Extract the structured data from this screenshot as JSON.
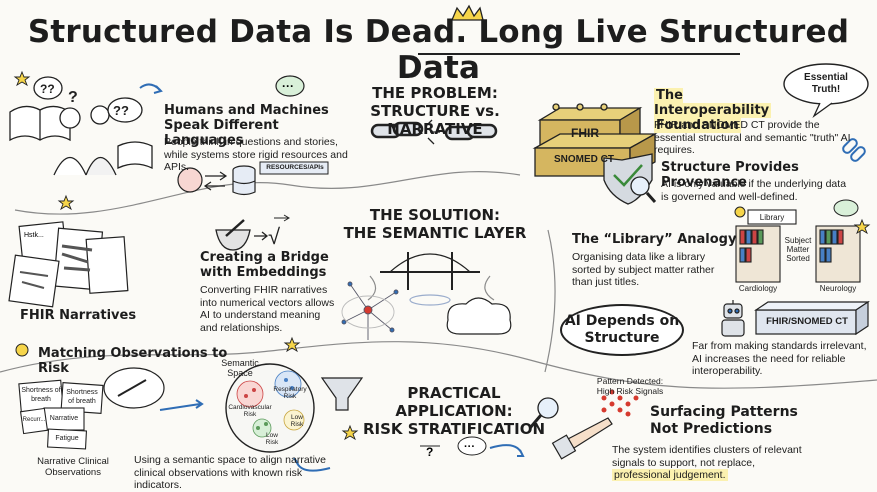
{
  "title": "Structured Data Is Dead. Long Live Structured Data",
  "problem": {
    "heading1": "THE PROBLEM:",
    "heading2": "STRUCTURE vs. NARRATIVE"
  },
  "humans": {
    "heading1": "Humans and Machines",
    "heading2": "Speak Different Languages",
    "body": "People think in questions and stories, while systems store rigid resources and APIs.",
    "resources_tag": "RESOURCES/APIs"
  },
  "interop": {
    "heading1": "The Interoperability",
    "heading2": "Foundation",
    "body": "FHIR and SNOMED CT provide the essential structural and semantic \"truth\" AI requires.",
    "block_top": "FHIR",
    "block_bottom": "SNOMED CT",
    "bubble": "Essential Truth!"
  },
  "provenance": {
    "heading": "Structure Provides Provenance",
    "body": "AI is only valuable if the underlying data is governed and well-defined."
  },
  "solution": {
    "heading1": "THE SOLUTION:",
    "heading2": "THE SEMANTIC LAYER"
  },
  "bridge": {
    "heading1": "Creating a Bridge",
    "heading2": "with Embeddings",
    "body": "Converting FHIR narratives into numerical vectors allows AI to understand meaning and relationships."
  },
  "fhir_narratives": {
    "label": "FHIR Narratives"
  },
  "library": {
    "heading": "The “Library” Analogy",
    "body": "Organising data like a library sorted by subject matter rather than just titles.",
    "sign": "Library",
    "shelf_label": "Subject Matter Sorted",
    "left_label": "Cardiology",
    "right_label": "Neurology"
  },
  "ai_depends": {
    "line1": "AI Depends on",
    "line2": "Structure",
    "standards_tag": "FHIR/SNOMED CT",
    "body": "Far from making standards irrelevant, AI increases the need for reliable interoperability."
  },
  "matching": {
    "heading": "Matching Observations to Risk",
    "semantic_space": "Semantic Space",
    "cluster_cardio": "Cardiovascular Risk",
    "cluster_resp": "Respiratory Risk",
    "cluster_low": "Low Risk",
    "obs_label1": "Narrative Clinical",
    "obs_label2": "Observations",
    "cards": [
      "Shortness of breath",
      "Shortness of breath",
      "Narrative",
      "Fatigue",
      "Recurr..."
    ],
    "body": "Using a semantic space to align narrative clinical observations with known risk indicators."
  },
  "practical": {
    "heading1": "PRACTICAL APPLICATION:",
    "heading2": "RISK STRATIFICATION"
  },
  "patterns": {
    "detected1": "Pattern Detected:",
    "detected2": "High Risk Signals",
    "heading1": "Surfacing Patterns",
    "heading2": "Not Predictions",
    "body_pre": "The system identifies clusters of relevant signals to support, not replace,",
    "body_hl": "professional judgement."
  },
  "notes": {
    "hlx": "Hstk..."
  },
  "colors": {
    "highlight": "#fbf1b0",
    "ink": "#1d1d1d",
    "accent_blue": "#2f6db5",
    "accent_red": "#d63a2f"
  }
}
